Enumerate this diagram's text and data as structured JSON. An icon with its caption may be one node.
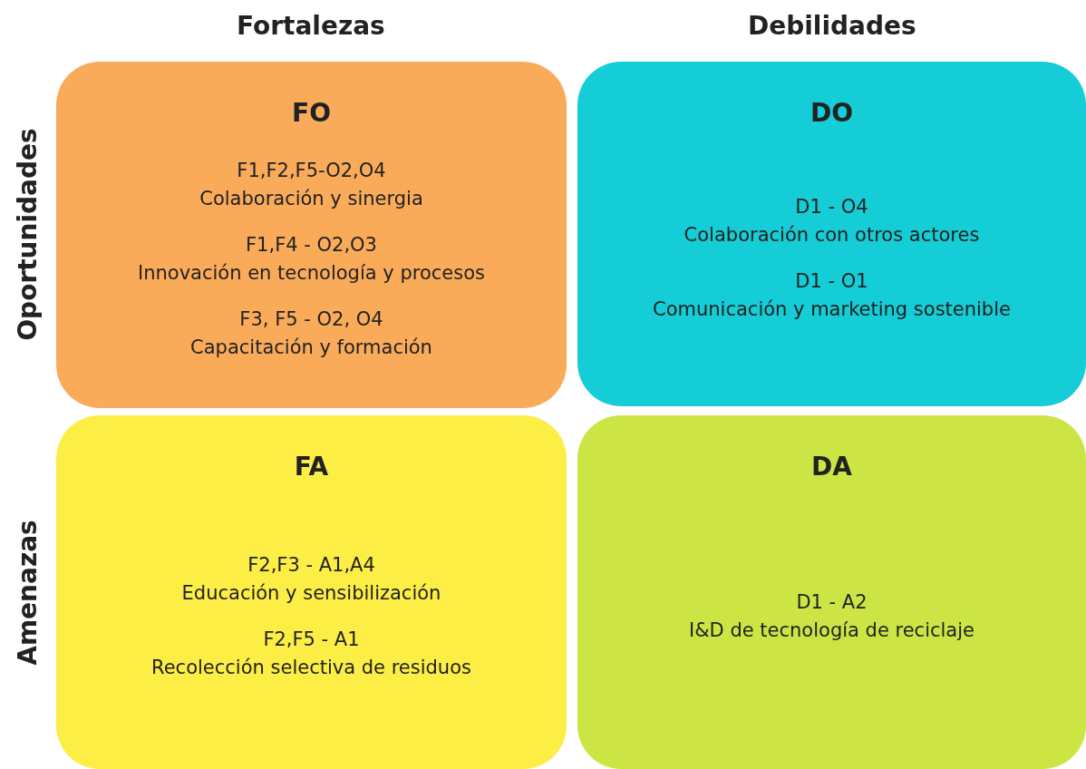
{
  "diagram": {
    "nodes": [
      {
        "text": [
          "FO",
          "F1,F2,F5-O2,O4",
          "Colaboración y sinergia",
          "F1,F4 - O2,O3",
          "Innovación en tecnología y procesos",
          "F3, F5 - O2, O4",
          "Capacitación y formación"
        ]
      },
      {
        "text": [
          "DO",
          "D1 - O4",
          "Colaboración con otros actores",
          "D1 - O1",
          "Comunicación y marketing sostenible"
        ]
      },
      {
        "text": [
          "FA",
          "F2,F3 - A1,A4",
          "Educación y sensibilización",
          "F2,F5 - A1",
          "Recolección selectiva de residuos"
        ]
      },
      {
        "text": [
          "DA",
          "D1 - A2",
          "I&D de tecnología de reciclaje"
        ]
      }
    ],
    "labels": [
      "Fortalezas",
      "Debilidades",
      "Oportunidades",
      "Amenazas"
    ]
  }
}
